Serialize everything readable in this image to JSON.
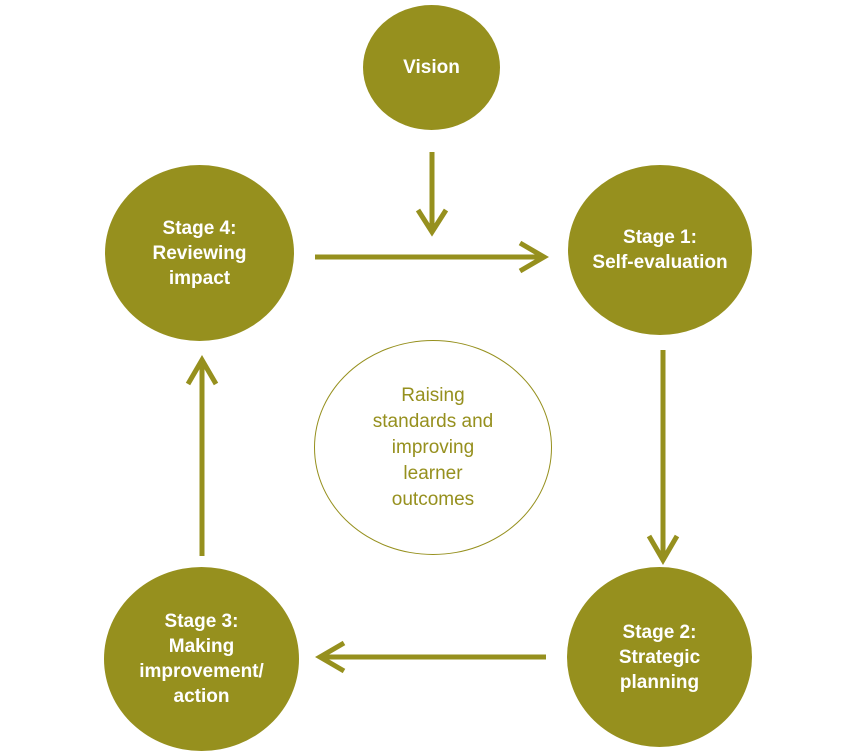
{
  "diagram": {
    "nodes": {
      "vision": "Vision",
      "stage1": "Stage 1:\nSelf-evaluation",
      "stage2": "Stage 2:\nStrategic\nplanning",
      "stage3": "Stage 3:\nMaking\nimprovement/\naction",
      "stage4": "Stage 4:\nReviewing\nimpact",
      "center": "Raising\nstandards and\nimproving\nlearner\noutcomes"
    },
    "edges": [
      {
        "from": "Vision",
        "to": "Stage 1: Self-evaluation"
      },
      {
        "from": "Stage 4: Reviewing impact",
        "to": "Stage 1: Self-evaluation"
      },
      {
        "from": "Stage 1: Self-evaluation",
        "to": "Stage 2: Strategic planning"
      },
      {
        "from": "Stage 2: Strategic planning",
        "to": "Stage 3: Making improvement/ action"
      },
      {
        "from": "Stage 3: Making improvement/ action",
        "to": "Stage 4: Reviewing impact"
      }
    ],
    "colors": {
      "node_fill": "#96901e",
      "node_text": "#ffffff",
      "center_border": "#96901e",
      "center_text": "#96901e",
      "arrow": "#96901e"
    }
  }
}
